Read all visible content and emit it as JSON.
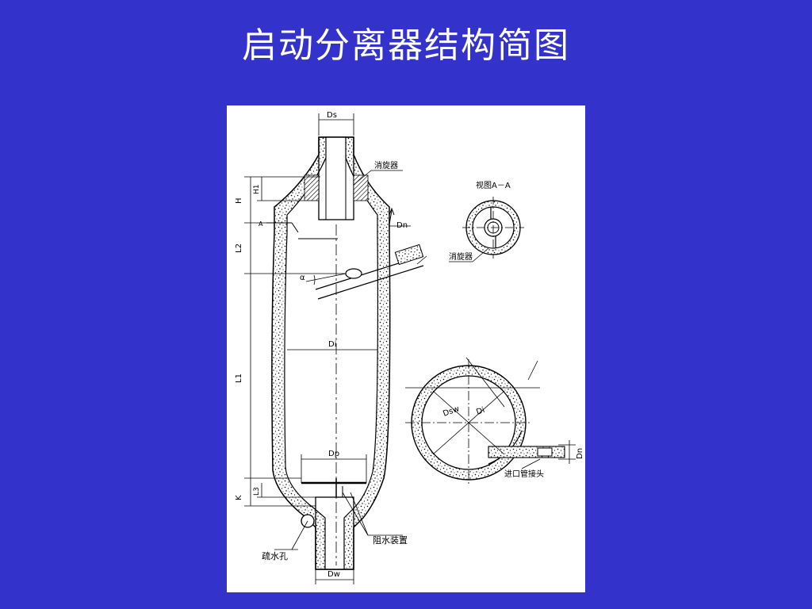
{
  "title": "启动分离器结构简图",
  "colors": {
    "background": "#3333CC",
    "title": "#FFFFFF",
    "panel": "#FFFFFF",
    "ink": "#000000"
  },
  "main_view": {
    "labels": {
      "top_diameter": "Ds",
      "inner_diameter": "Di",
      "plate_diameter": "Dp",
      "bottom_diameter": "Dw",
      "inlet_diameter": "Dn",
      "height_h": "H",
      "height_h1": "H1",
      "length_l2": "L2",
      "length_l1": "L1",
      "length_l3": "L3",
      "height_k": "K",
      "angle": "α",
      "section_marker": "A",
      "anti_swirl": "消旋器",
      "drain_hole": "疏水孔",
      "water_stop": "阻水装置"
    }
  },
  "section_view": {
    "title": "视图A－A",
    "anti_swirl": "消旋器"
  },
  "plan_view": {
    "dsw": "Dsw",
    "di": "Di",
    "dn": "Dn",
    "inlet_joint": "进口管接头"
  }
}
